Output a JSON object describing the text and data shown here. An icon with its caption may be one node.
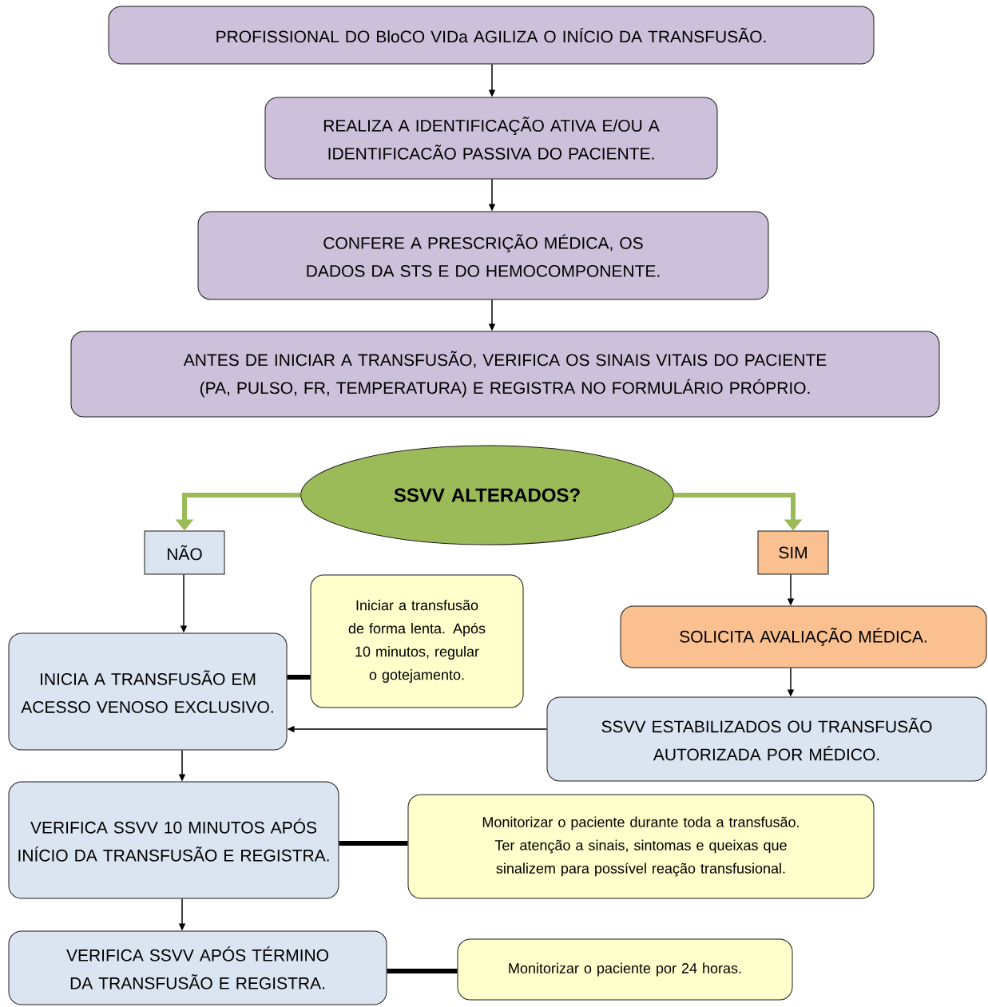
{
  "diagram": {
    "nodes": [
      {
        "text": [
          "PROFISSIONAL DO BloCO VIDa AGILIZA O INÍCIO DA TRANSFUSÃO."
        ]
      },
      {
        "text": [
          "REALIZA A IDENTIFICAÇÃO ATIVA E/OU A IDENTIFICACÃO PASSIVA DO PACIENTE."
        ]
      },
      {
        "text": [
          "CONFERE A PRESCRIÇÃO MÉDICA, OS DADOS DA STS E DO HEMOCOMPONENTE."
        ]
      },
      {
        "text": [
          "ANTES DE INICIAR A TRANSFUSÃO, VERIFICA OS SINAIS VITAIS DO PACIENTE (PA, PULSO, FR, TEMPERATURA) E REGISTRA NO FORMULÁRIO PRÓPRIO."
        ]
      },
      {
        "text": [
          "SSVV ALTERADOS?"
        ]
      },
      {
        "text": [
          "NÃO"
        ]
      },
      {
        "text": [
          "SIM"
        ]
      },
      {
        "text": [
          "INICIA A TRANSFUSÃO EM ACESSO VENOSO EXCLUSIVO."
        ]
      },
      {
        "text": [
          "Iniciar a transfusão de forma lenta. Após 10 minutos, regular o gotejamento."
        ]
      },
      {
        "text": [
          "SOLICITA AVALIAÇÃO MÉDICA."
        ]
      },
      {
        "text": [
          "SSVV ESTABILIZADOS OU TRANSFUSÃO AUTORIZADA POR MÉDICO."
        ]
      },
      {
        "text": [
          "VERIFICA SSVV 10 MINUTOS APÓS INÍCIO DA TRANSFUSÃO E REGISTRA."
        ]
      },
      {
        "text": [
          "Monitorizar o paciente durante toda a transfusão. Ter atenção a sinais, sintomas e queixas que sinalizem para possível reação transfusional."
        ]
      },
      {
        "text": [
          "VERIFICA SSVV APÓS TÉRMINO DA TRANSFUSÃO E REGISTRA."
        ]
      },
      {
        "text": [
          "Monitorizar o paciente por 24 horas."
        ]
      }
    ],
    "edges": [
      {
        "from": 0,
        "to": 1,
        "arrow": "to"
      },
      {
        "from": 1,
        "to": 2,
        "arrow": "to"
      },
      {
        "from": 2,
        "to": 3,
        "arrow": "to"
      },
      {
        "from": 4,
        "to": 5,
        "arrow": "to",
        "style": "thick",
        "color": "#9bbb59"
      },
      {
        "from": 4,
        "to": 6,
        "arrow": "to",
        "style": "thick",
        "color": "#9bbb59"
      },
      {
        "from": 5,
        "to": 7,
        "arrow": "to"
      },
      {
        "from": 6,
        "to": 9,
        "arrow": "to"
      },
      {
        "from": 9,
        "to": 10,
        "arrow": "to"
      },
      {
        "from": 10,
        "to": 7,
        "arrow": "to"
      },
      {
        "from": 7,
        "to": 8,
        "arrow": "none",
        "style": "thick"
      },
      {
        "from": 7,
        "to": 11,
        "arrow": "to"
      },
      {
        "from": 11,
        "to": 12,
        "arrow": "none",
        "style": "thick"
      },
      {
        "from": 11,
        "to": 13,
        "arrow": "to"
      },
      {
        "from": 13,
        "to": 14,
        "arrow": "none",
        "style": "thick"
      }
    ]
  }
}
